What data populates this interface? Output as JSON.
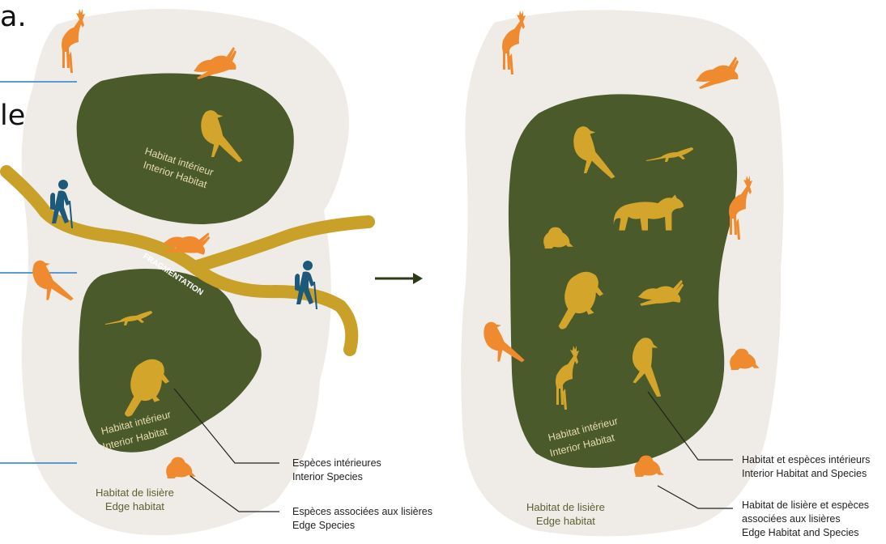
{
  "fragments": {
    "top": "a.",
    "middle": "le"
  },
  "left_panel": {
    "interior_label_top": [
      "Habitat intérieur",
      "Interior Habitat"
    ],
    "interior_label_bottom": [
      "Habitat intérieur",
      "Interior Habitat"
    ],
    "road_label": "FRAGMENTATION",
    "edge_label": [
      "Habitat de lisière",
      "Edge habitat"
    ],
    "callout_interior": [
      "Espèces intérieures",
      "Interior Species"
    ],
    "callout_edge": [
      "Espèces associées aux lisières",
      "Edge Species"
    ]
  },
  "right_panel": {
    "interior_label": [
      "Habitat intérieur",
      "Interior Habitat"
    ],
    "edge_label": [
      "Habitat de lisière",
      "Edge habitat"
    ],
    "callout_interior": [
      "Habitat et espèces intérieurs",
      "Interior Habitat and Species"
    ],
    "callout_edge": [
      "Habitat de lisière et espèces",
      "associées aux lisières",
      "Edge Habitat and Species"
    ]
  },
  "colors": {
    "background_blob": "#efece7",
    "interior_green": "#4a5a2a",
    "edge_orange": "#ef8a2e",
    "interior_gold": "#d4a52b",
    "road_gold": "#c9a028",
    "hiker_blue": "#1d5a7a",
    "guide_line_blue": "#5b9bd5",
    "label_cream": "#e8dcb0"
  }
}
